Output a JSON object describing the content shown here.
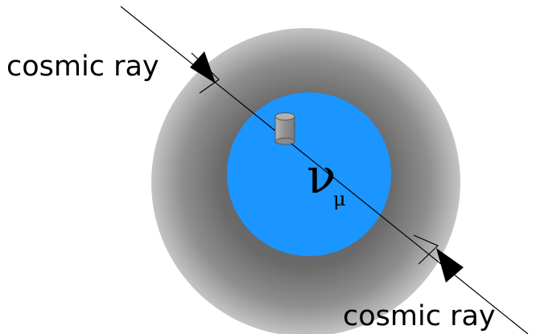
{
  "labels": {
    "ray_top": "cosmic ray",
    "ray_bottom": "cosmic ray",
    "particle_symbol": "ν",
    "particle_subscript": "μ"
  },
  "colors": {
    "outer_shell_center": "#6e6e6e",
    "outer_shell_edge": "#bdbdbd",
    "inner_sphere": "#1b95ff",
    "detector": "#9a9a9a",
    "line": "#000000"
  },
  "icons": {
    "detector": "cylinder-icon",
    "arrowheads": "arrowhead-icon"
  }
}
